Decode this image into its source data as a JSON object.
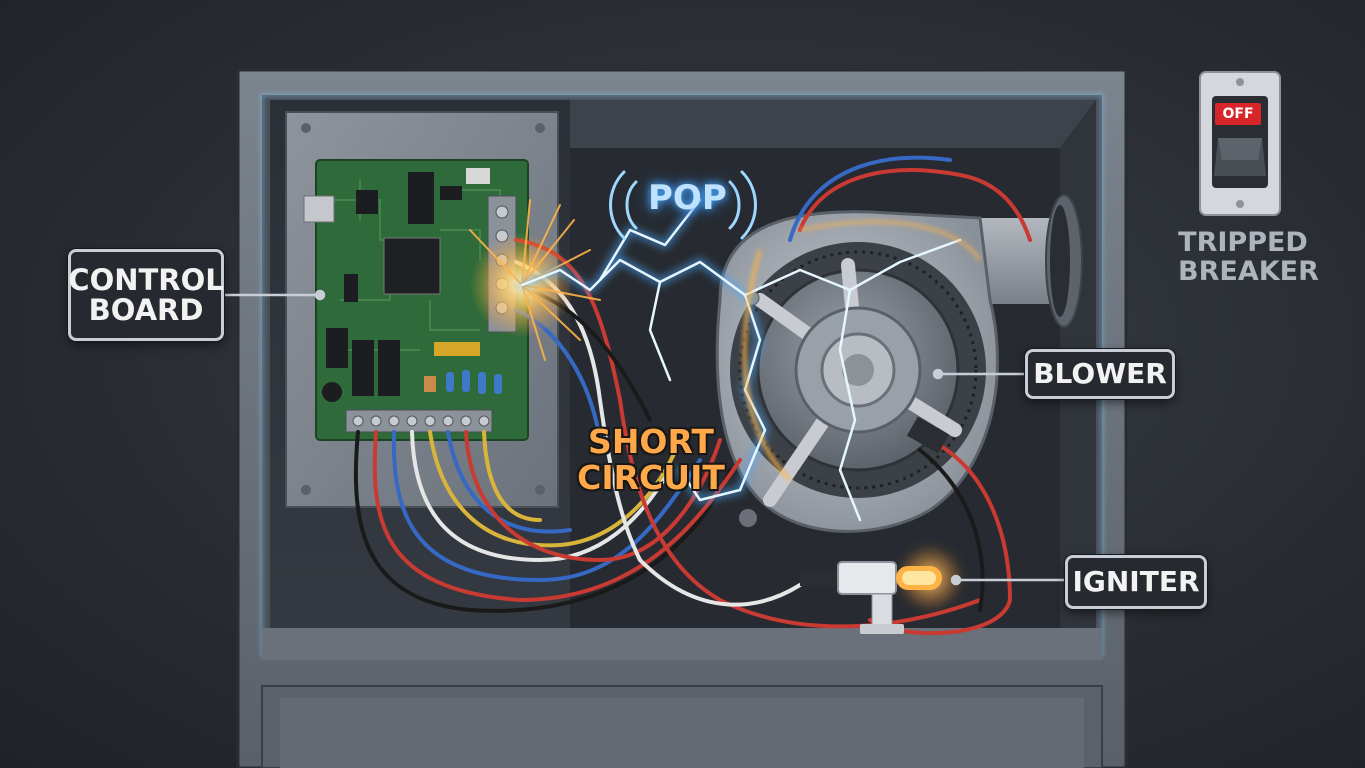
{
  "labels": {
    "control_board": [
      "CONTROL",
      "BOARD"
    ],
    "blower": "BLOWER",
    "igniter": "IGNITER",
    "short_circuit": [
      "SHORT",
      "CIRCUIT"
    ],
    "pop": "POP",
    "breaker_state": "OFF",
    "breaker_caption": [
      "TRIPPED",
      "BREAKER"
    ]
  },
  "colors": {
    "arc": "#7fd0ff",
    "spark": "#ffb347",
    "short_text": "#ffa84a",
    "off_tag": "#d8252a",
    "wire_red": "#c93a32",
    "wire_blue": "#3569c4",
    "wire_yellow": "#d9b43a",
    "wire_white": "#e6e6e6",
    "wire_black": "#1a1a1a",
    "pcb": "#2f6b3a"
  }
}
